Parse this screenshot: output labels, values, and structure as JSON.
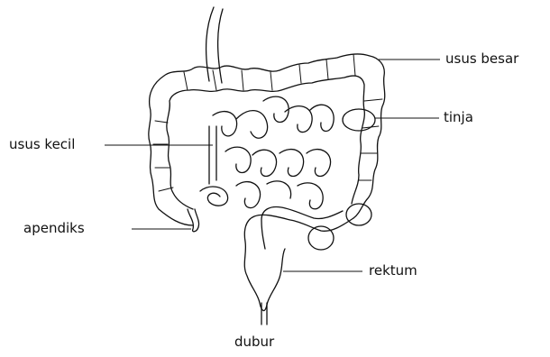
{
  "labels": {
    "usus_besar": "usus besar",
    "tinja": "tinja",
    "usus_kecil": "usus kecil",
    "apendiks": "apendiks",
    "rektum": "rektum",
    "dubur": "dubur"
  },
  "colors": {
    "ink": "#111111",
    "background": "#ffffff"
  }
}
